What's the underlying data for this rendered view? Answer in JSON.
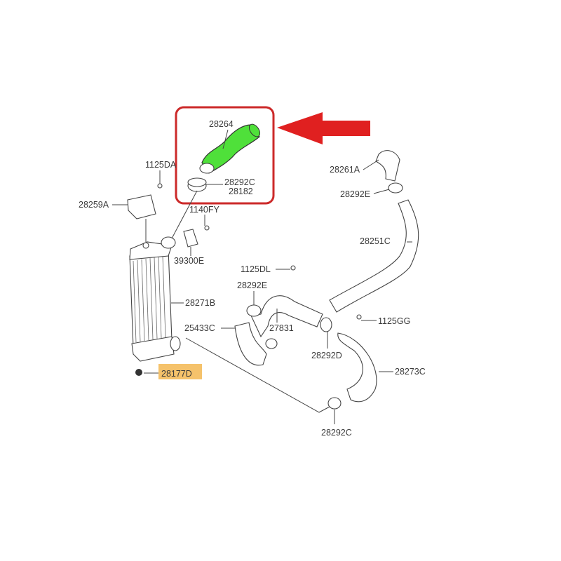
{
  "diagram": {
    "title": "Intercooler and charge air hoses parts diagram",
    "highlight_color": "#cc2a2a",
    "hose_color": "#4fe03a",
    "label_highlight_color": "#f5c26b",
    "labels": {
      "hose_28264": "28264",
      "clamp_28292C_top": "28292C",
      "seal_28182": "28182",
      "bolt_1125DA": "1125DA",
      "bracket_28259A": "28259A",
      "bolt_1140FY": "1140FY",
      "sensor_39300E": "39300E",
      "hose_28261A": "28261A",
      "clamp_28292E_right": "28292E",
      "pipe_28251C": "28251C",
      "bolt_1125DL": "1125DL",
      "clamp_28292E_mid": "28292E",
      "intercooler_28271B": "28271B",
      "pipe_27831": "27831",
      "bolt_1125GG": "1125GG",
      "hose_25433C": "25433C",
      "clamp_28292D": "28292D",
      "plug_28177D": "28177D",
      "hose_28273C": "28273C",
      "clamp_28292C_bottom": "28292C"
    }
  }
}
